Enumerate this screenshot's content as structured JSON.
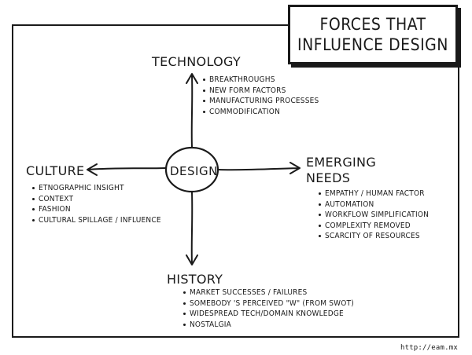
{
  "title": {
    "line1": "FORCES THAT",
    "line2": "INFLUENCE DESIGN"
  },
  "center": {
    "label": "DESIGN"
  },
  "technology": {
    "heading": "TECHNOLOGY",
    "items": [
      "BREAKTHROUGHS",
      "NEW FORM FACTORS",
      "MANUFACTURING PROCESSES",
      "COMMODIFICATION"
    ]
  },
  "culture": {
    "heading": "CULTURE",
    "items": [
      "ETNOGRAPHIC INSIGHT",
      "CONTEXT",
      "FASHION",
      "CULTURAL SPILLAGE / INFLUENCE"
    ]
  },
  "emerging_needs": {
    "heading_line1": "EMERGING",
    "heading_line2": "NEEDS",
    "items": [
      "EMPATHY / HUMAN FACTOR",
      "AUTOMATION",
      "WORKFLOW SIMPLIFICATION",
      "COMPLEXITY REMOVED",
      "SCARCITY OF RESOURCES"
    ]
  },
  "history": {
    "heading": "HISTORY",
    "items": [
      "MARKET SUCCESSES / FAILURES",
      "SOMEBODY 'S PERCEIVED \"W\" (FROM SWOT)",
      "WIDESPREAD TECH/DOMAIN KNOWLEDGE",
      "NOSTALGIA"
    ]
  },
  "credit": "http://eam.mx",
  "colors": {
    "ink": "#1a1a1a",
    "paper": "#ffffff"
  }
}
